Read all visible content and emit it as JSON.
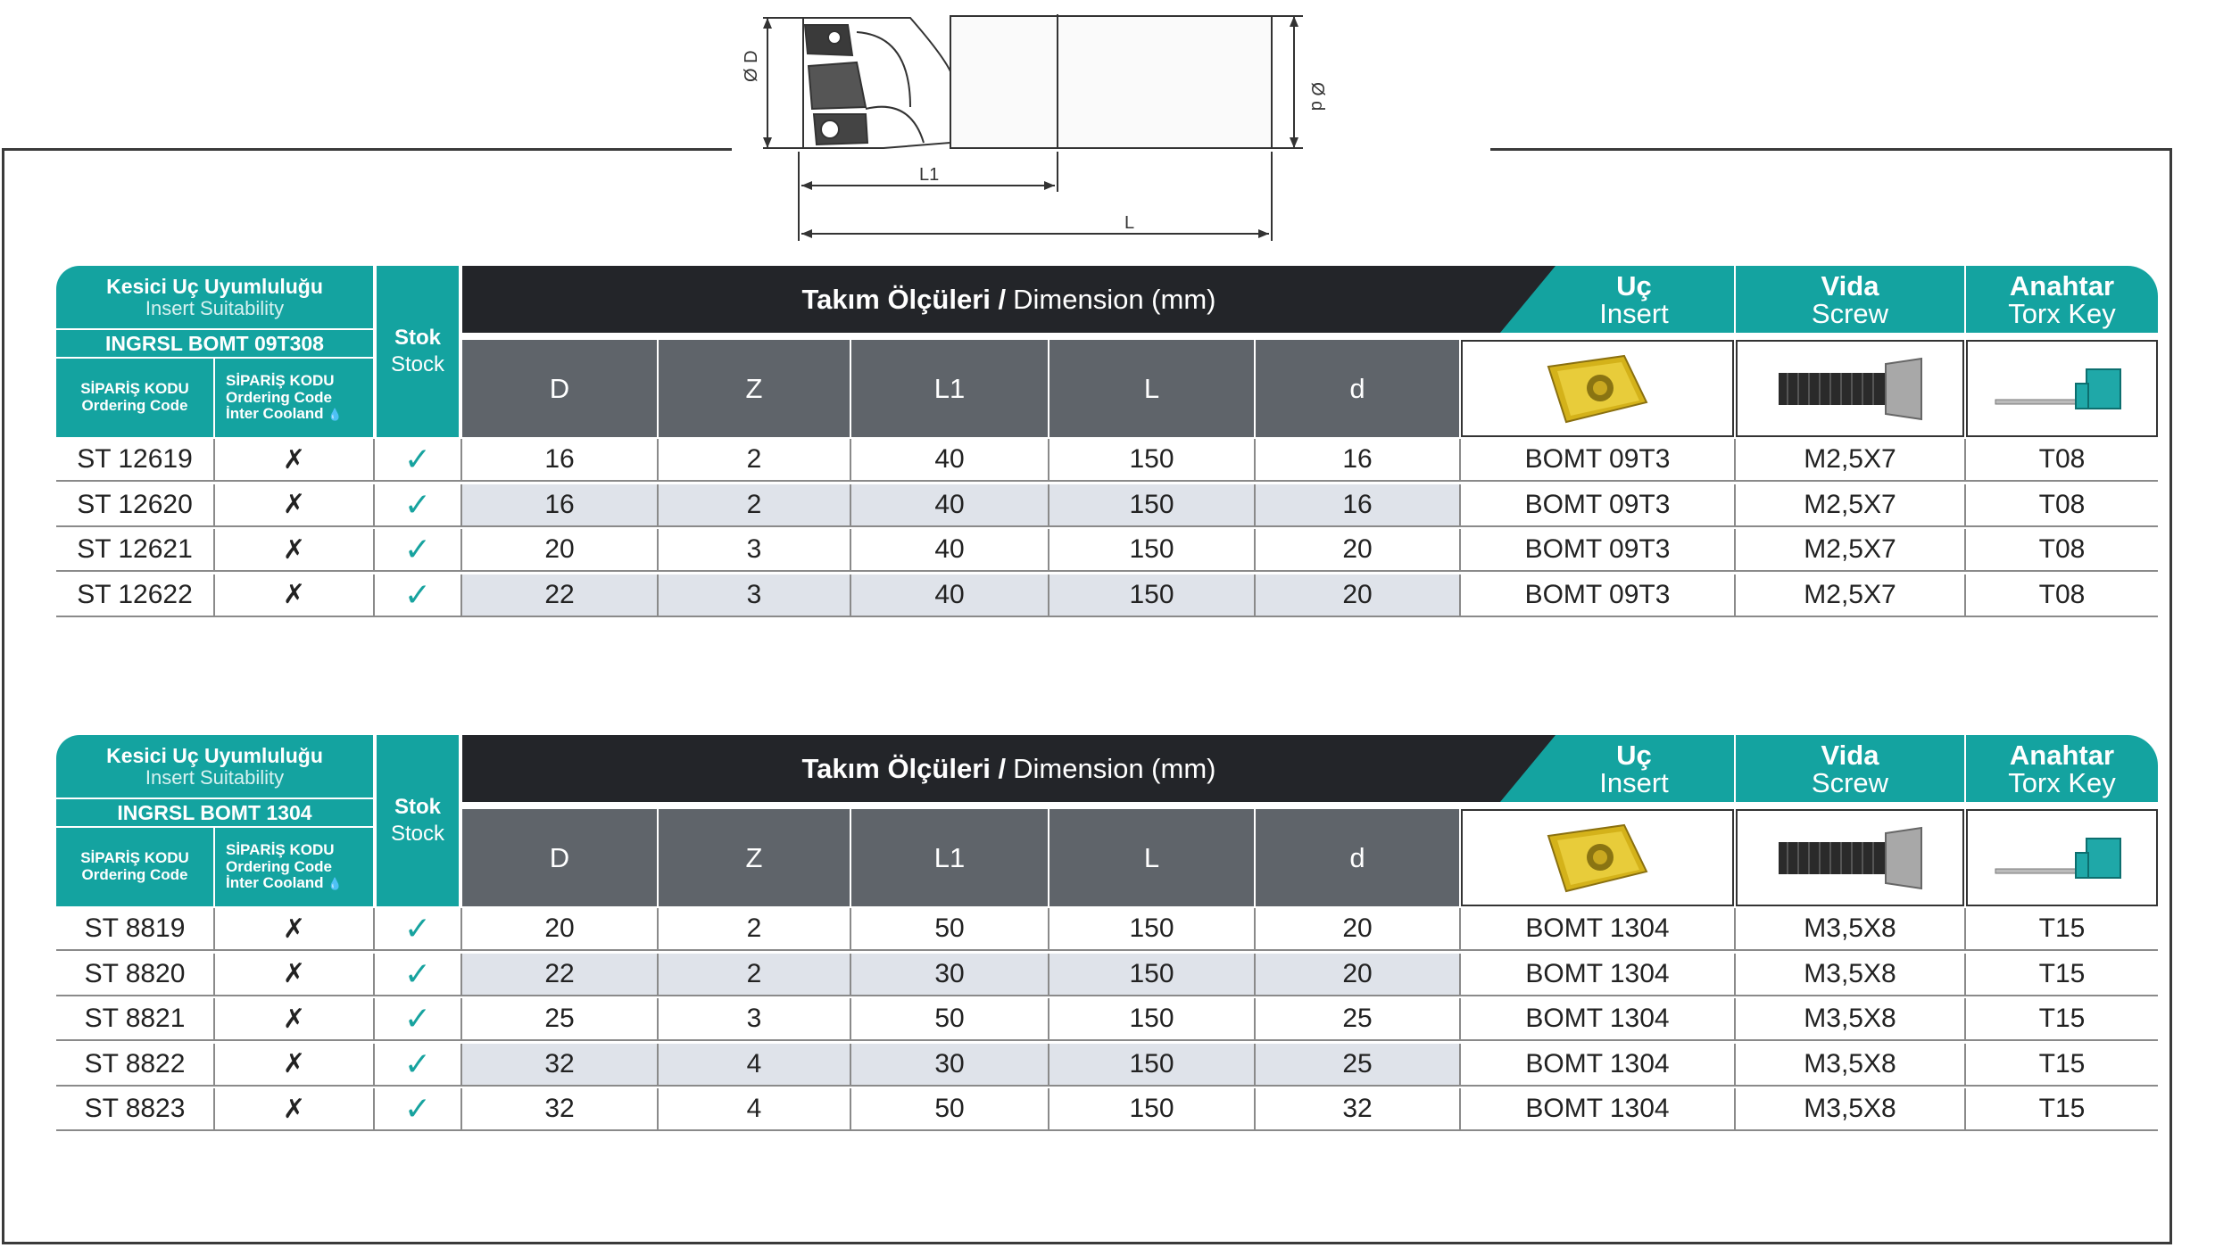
{
  "drawing": {
    "labels": {
      "diameter_D": "Ø D",
      "diameter_d": "Ø d",
      "length_L1": "L1",
      "length_L": "L"
    }
  },
  "tables": [
    {
      "header": {
        "insert_suitability_tr": "Kesici Uç Uyumluluğu",
        "insert_suitability_en": "Insert Suitability",
        "insert_code": "INGRSL BOMT 09T308",
        "ordering_code_tr": "SİPARİŞ KODU",
        "ordering_code_en": "Ordering Code",
        "coolant_code_tr": "SİPARİŞ KODU",
        "coolant_code_en": "Ordering Code",
        "coolant_code_extra": "İnter Cooland",
        "stock_tr": "Stok",
        "stock_en": "Stock",
        "dimension_tr": "Takım Ölçüleri /",
        "dimension_en": "Dimension (mm)",
        "insert_tr": "Uç",
        "insert_en": "Insert",
        "screw_tr": "Vida",
        "screw_en": "Screw",
        "key_tr": "Anahtar",
        "key_en": "Torx Key",
        "cols": [
          "D",
          "Z",
          "L1",
          "L",
          "d"
        ]
      },
      "rows": [
        {
          "code": "ST 12619",
          "coolant": "✗",
          "stock": "✓",
          "D": "16",
          "Z": "2",
          "L1": "40",
          "L": "150",
          "d": "16",
          "insert": "BOMT 09T3",
          "screw": "M2,5X7",
          "key": "T08"
        },
        {
          "code": "ST 12620",
          "coolant": "✗",
          "stock": "✓",
          "D": "16",
          "Z": "2",
          "L1": "40",
          "L": "150",
          "d": "16",
          "insert": "BOMT 09T3",
          "screw": "M2,5X7",
          "key": "T08"
        },
        {
          "code": "ST 12621",
          "coolant": "✗",
          "stock": "✓",
          "D": "20",
          "Z": "3",
          "L1": "40",
          "L": "150",
          "d": "20",
          "insert": "BOMT 09T3",
          "screw": "M2,5X7",
          "key": "T08"
        },
        {
          "code": "ST 12622",
          "coolant": "✗",
          "stock": "✓",
          "D": "22",
          "Z": "3",
          "L1": "40",
          "L": "150",
          "d": "20",
          "insert": "BOMT 09T3",
          "screw": "M2,5X7",
          "key": "T08"
        }
      ]
    },
    {
      "header": {
        "insert_suitability_tr": "Kesici Uç Uyumluluğu",
        "insert_suitability_en": "Insert Suitability",
        "insert_code": "INGRSL BOMT 1304",
        "ordering_code_tr": "SİPARİŞ KODU",
        "ordering_code_en": "Ordering Code",
        "coolant_code_tr": "SİPARİŞ KODU",
        "coolant_code_en": "Ordering Code",
        "coolant_code_extra": "İnter Cooland",
        "stock_tr": "Stok",
        "stock_en": "Stock",
        "dimension_tr": "Takım Ölçüleri /",
        "dimension_en": "Dimension (mm)",
        "insert_tr": "Uç",
        "insert_en": "Insert",
        "screw_tr": "Vida",
        "screw_en": "Screw",
        "key_tr": "Anahtar",
        "key_en": "Torx Key",
        "cols": [
          "D",
          "Z",
          "L1",
          "L",
          "d"
        ]
      },
      "rows": [
        {
          "code": "ST 8819",
          "coolant": "✗",
          "stock": "✓",
          "D": "20",
          "Z": "2",
          "L1": "50",
          "L": "150",
          "d": "20",
          "insert": "BOMT 1304",
          "screw": "M3,5X8",
          "key": "T15"
        },
        {
          "code": "ST 8820",
          "coolant": "✗",
          "stock": "✓",
          "D": "22",
          "Z": "2",
          "L1": "30",
          "L": "150",
          "d": "20",
          "insert": "BOMT 1304",
          "screw": "M3,5X8",
          "key": "T15"
        },
        {
          "code": "ST 8821",
          "coolant": "✗",
          "stock": "✓",
          "D": "25",
          "Z": "3",
          "L1": "50",
          "L": "150",
          "d": "25",
          "insert": "BOMT 1304",
          "screw": "M3,5X8",
          "key": "T15"
        },
        {
          "code": "ST 8822",
          "coolant": "✗",
          "stock": "✓",
          "D": "32",
          "Z": "4",
          "L1": "30",
          "L": "150",
          "d": "25",
          "insert": "BOMT 1304",
          "screw": "M3,5X8",
          "key": "T15"
        },
        {
          "code": "ST 8823",
          "coolant": "✗",
          "stock": "✓",
          "D": "32",
          "Z": "4",
          "L1": "50",
          "L": "150",
          "d": "32",
          "insert": "BOMT 1304",
          "screw": "M3,5X8",
          "key": "T15"
        }
      ]
    }
  ],
  "colors": {
    "teal": "#14a3a0",
    "dark": "#232529",
    "grey": "#5f646a",
    "row_alt": "#dfe3ea"
  }
}
